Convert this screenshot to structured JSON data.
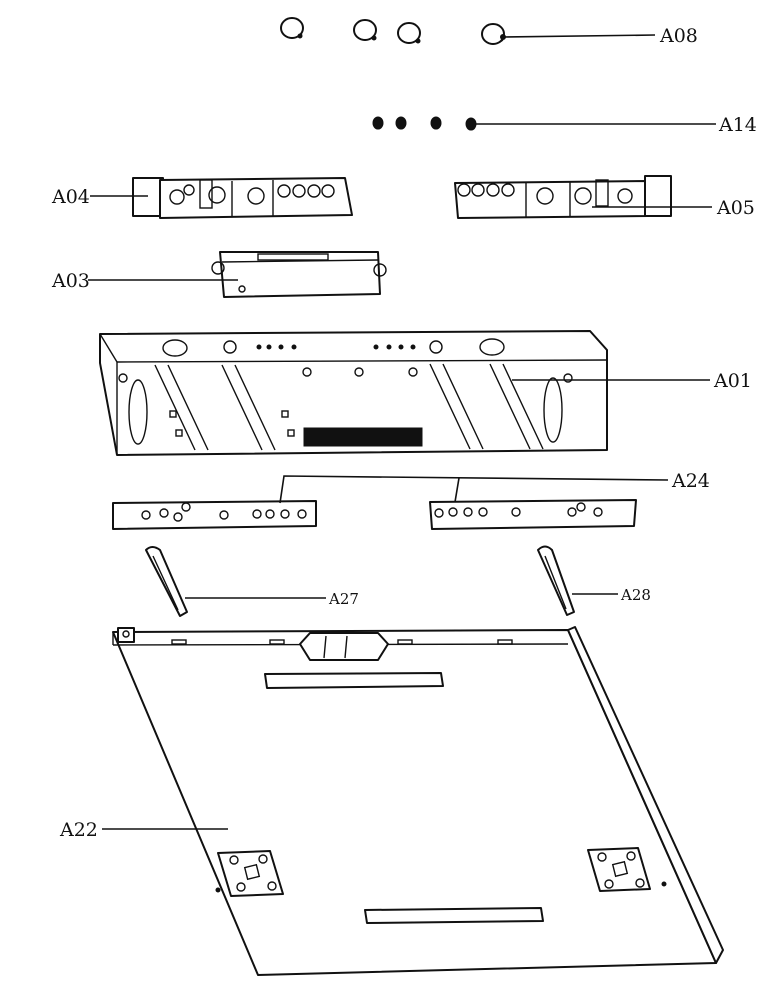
{
  "labels": {
    "a08": "A08",
    "a14": "A14",
    "a04": "A04",
    "a05": "A05",
    "a03": "A03",
    "a01": "A01",
    "a24": "A24",
    "a27": "A27",
    "a28": "A28",
    "a22": "A22"
  },
  "colors": {
    "ink": "#111111",
    "paper": "#ffffff"
  }
}
